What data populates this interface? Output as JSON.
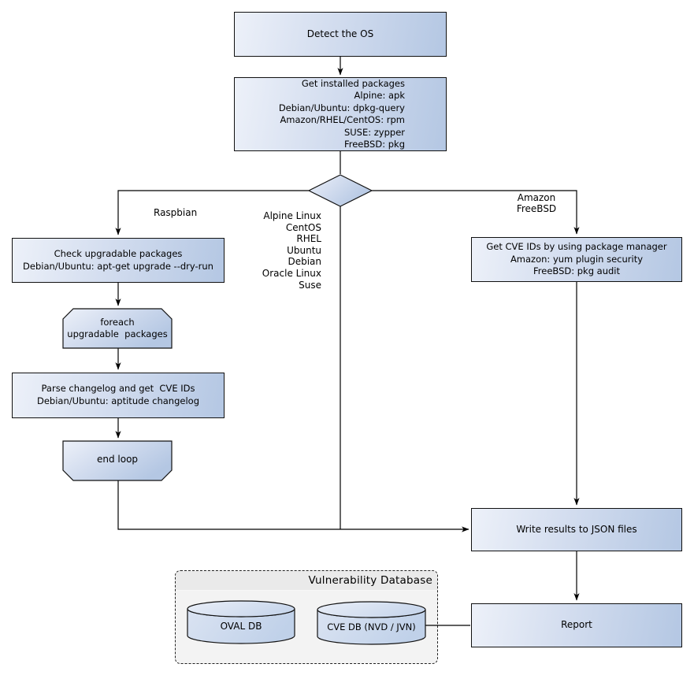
{
  "diagram": {
    "nodes": {
      "detect_os": "Detect the OS",
      "get_packages": "Get installed packages\nAlpine: apk\nDebian/Ubuntu: dpkg-query\nAmazon/RHEL/CentOS: rpm\nSUSE: zypper\nFreeBSD: pkg",
      "check_upgradable": "Check upgradable packages\nDebian/Ubuntu: apt-get upgrade --dry-run",
      "foreach_loop": "foreach\nupgradable  packages",
      "parse_changelog": "Parse changelog and get  CVE IDs\nDebian/Ubuntu: aptitude changelog",
      "end_loop": "end loop",
      "get_cve_ids": "Get CVE IDs by using package manager\nAmazon: yum plugin security\nFreeBSD: pkg audit",
      "write_results": "Write results to JSON files",
      "report": "Report"
    },
    "edge_labels": {
      "raspbian": "Raspbian",
      "os_list": "Alpine Linux\nCentOS\nRHEL\nUbuntu\nDebian\nOracle Linux\nSuse",
      "amazon_freebsd": "Amazon\nFreeBSD"
    },
    "vulndb": {
      "title": "Vulnerability Database",
      "oval_db": "OVAL DB",
      "cve_db": "CVE DB (NVD / JVN)"
    },
    "colors": {
      "node_gradient_light": "#edf1f9",
      "node_gradient_dark": "#b4c7e3",
      "node_border": "#111111",
      "group_fill": "#f3f3f3",
      "group_header_fill": "#eaeaea",
      "connector": "#000000"
    }
  }
}
